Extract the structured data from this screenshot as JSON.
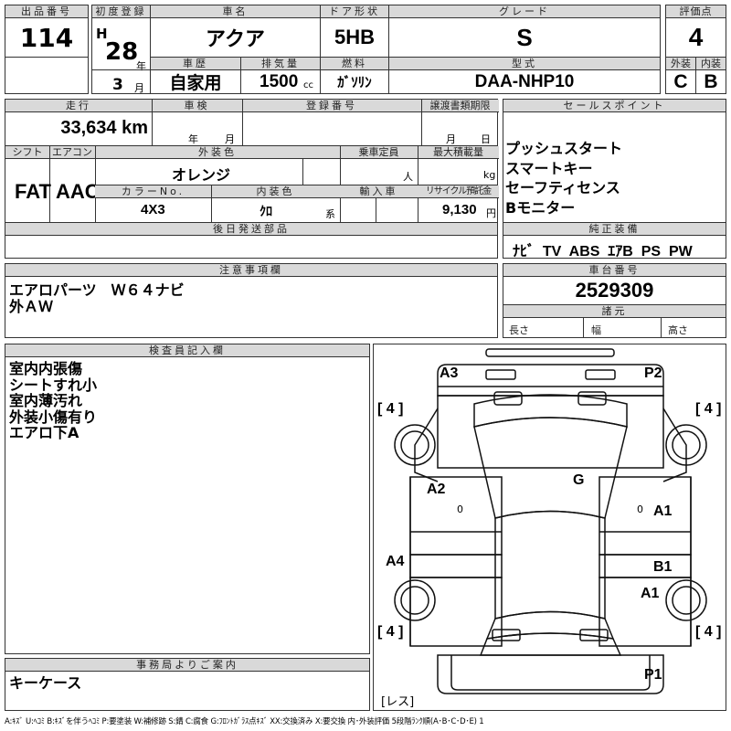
{
  "header": {
    "lot_label": "出品番号",
    "lot": "114",
    "reg_label": "初度登録",
    "era": "H",
    "year": "28",
    "year_unit": "年",
    "month": "3",
    "month_unit": "月",
    "name_label": "車名",
    "name": "アクア",
    "door_label": "ドア形状",
    "door": "5HB",
    "grade_label": "グレード",
    "grade": "S",
    "score_label": "評価点",
    "score": "4",
    "history_label": "車歴",
    "history": "自家用",
    "disp_label": "排気量",
    "disp": "1500",
    "disp_unit": "cc",
    "fuel_label": "燃料",
    "fuel": "ｶﾞｿﾘﾝ",
    "model_label": "型式",
    "model": "DAA-NHP10",
    "ext_label": "外装",
    "ext": "C",
    "int_label": "内装",
    "int": "B"
  },
  "mid": {
    "mileage_label": "走行",
    "mileage": "33,634 km",
    "inspection_label": "車検",
    "insp_year_unit": "年",
    "insp_month_unit": "月",
    "regno_label": "登録番号",
    "transfer_label": "譲渡書類期限",
    "transfer_month_unit": "月",
    "transfer_day_unit": "日",
    "shift_label": "シフト",
    "shift": "FAT",
    "ac_label": "エアコン",
    "ac": "AAC",
    "color_label": "外装色",
    "color": "オレンジ",
    "capacity_label": "乗車定員",
    "capacity_unit": "人",
    "load_label": "最大積載量",
    "load_unit": "kg",
    "colorno_label": "カラーNo.",
    "colorno": "4X3",
    "intcolor_label": "内装色",
    "intcolor": "ｸﾛ",
    "intcolor_unit": "系",
    "import_label": "輸入車",
    "recycle_label": "リサイクル預託金",
    "recycle": "9,130",
    "recycle_unit": "円",
    "later_label": "後日発送部品"
  },
  "sales": {
    "label": "セールスポイント",
    "items": [
      "プッシュスタート",
      "スマートキー",
      "セーフティセンス",
      "Bモニター"
    ],
    "equip_label": "純正装備",
    "equip": "ﾅﾋﾞ  TV  ABS  ｴｱB  PS  PW"
  },
  "caution": {
    "label": "注意事項欄",
    "lines": [
      "エアロパーツ　Ｗ６４ナビ",
      "外ＡＷ"
    ]
  },
  "chassis": {
    "label": "車台番号",
    "number": "2529309",
    "dims_label": "諸元",
    "len": "長さ",
    "wid": "幅",
    "hgt": "高さ"
  },
  "inspector": {
    "label": "検査員記入欄",
    "lines": [
      "室内内張傷",
      "シートすれ小",
      "室内薄汚れ",
      "外装小傷有り",
      "エアロ下A"
    ]
  },
  "office": {
    "label": "事務局よりご案内",
    "text": "キーケース"
  },
  "diagram": {
    "tire_tl": "[ 4 ]",
    "tire_tr": "[ 4 ]",
    "tire_bl": "[ 4 ]",
    "tire_br": "[ 4 ]",
    "a3": "A3",
    "p2": "P2",
    "g": "G",
    "a2": "A2",
    "a1_top": "A1",
    "a4": "A4",
    "b1": "B1",
    "a1_bot": "A1",
    "p1": "P1",
    "zero": "0",
    "res": "[レス]"
  },
  "legend": "A:ｷｽﾞ  U:ﾍｺﾐ  B:ｷｽﾞを伴うﾍｺﾐ  P:要塗装  W:補修跡  S:錆  C:腐食  G:ﾌﾛﾝﾄｶﾞﾗｽ点ｷｽﾞ  XX:交換済み  X:要交換   内･外装評価  5段階ﾗﾝｸ順(A･B･C･D･E)  1"
}
